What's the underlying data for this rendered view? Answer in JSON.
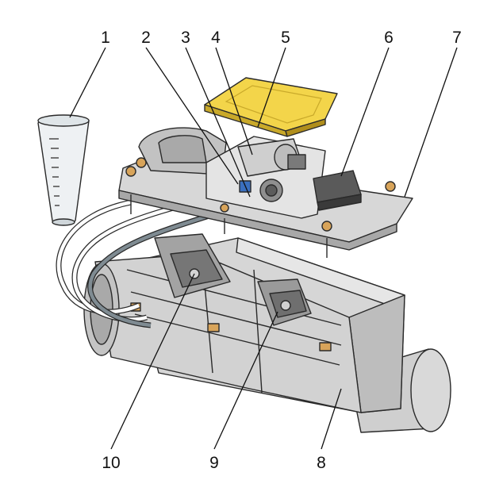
{
  "callouts": {
    "c1": "1",
    "c2": "2",
    "c3": "3",
    "c4": "4",
    "c5": "5",
    "c6": "6",
    "c7": "7",
    "c8": "8",
    "c9": "9",
    "c10": "10"
  },
  "colors": {
    "lid": "#f3d54a",
    "metal": "#c8c8c8",
    "metal_light": "#e3e3e3",
    "metal_dark": "#8f8f8f",
    "tube": "#7f8b92",
    "bracket": "#d8a45a",
    "outline": "#2a2a2a"
  }
}
